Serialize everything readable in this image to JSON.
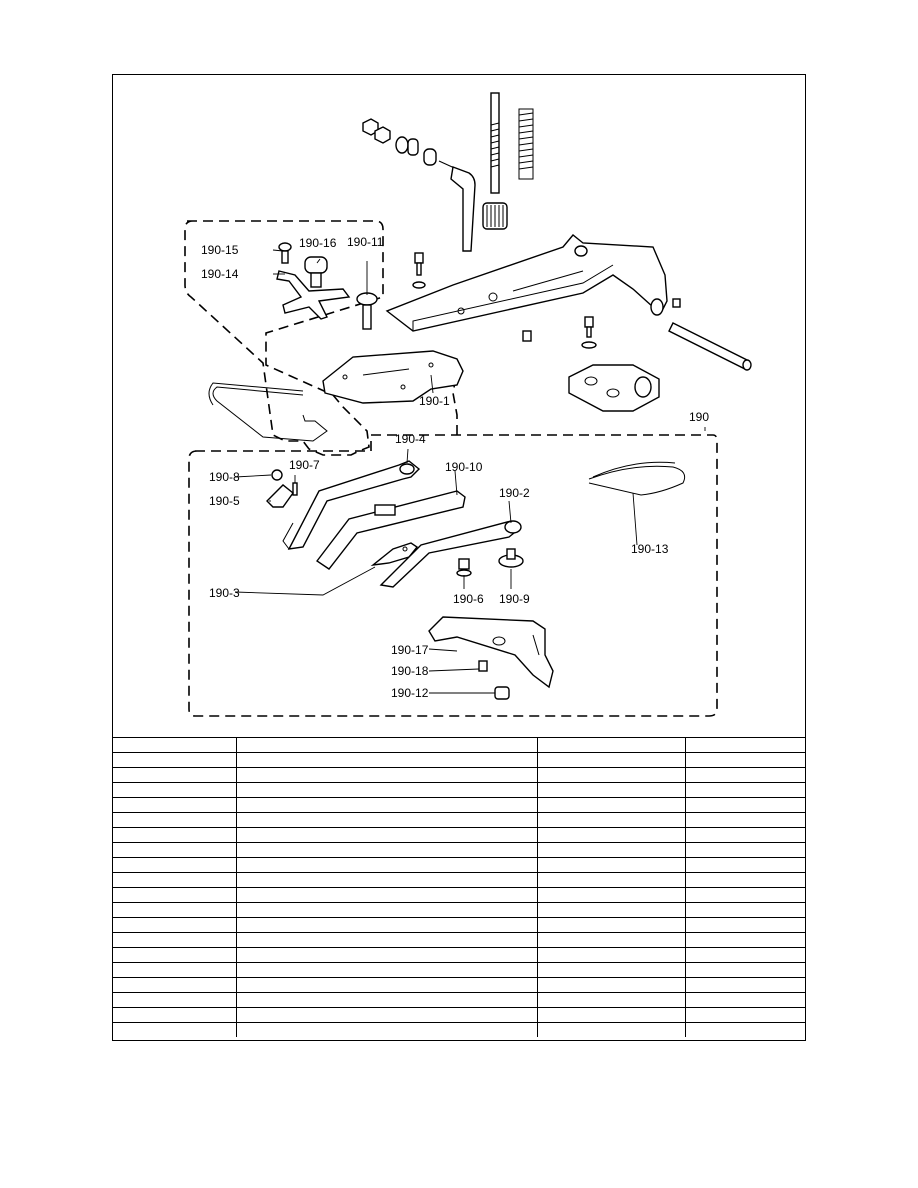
{
  "diagram": {
    "callouts": {
      "c190": "190",
      "c190_1": "190-1",
      "c190_2": "190-2",
      "c190_3": "190-3",
      "c190_4": "190-4",
      "c190_5": "190-5",
      "c190_6": "190-6",
      "c190_7": "190-7",
      "c190_8": "190-8",
      "c190_9": "190-9",
      "c190_10": "190-10",
      "c190_11": "190-11",
      "c190_12": "190-12",
      "c190_13": "190-13",
      "c190_14": "190-14",
      "c190_15": "190-15",
      "c190_16": "190-16",
      "c190_17": "190-17",
      "c190_18": "190-18"
    }
  },
  "parts_table": {
    "columns": 4,
    "rows": [
      [
        "",
        "",
        "",
        ""
      ],
      [
        "",
        "",
        "",
        ""
      ],
      [
        "",
        "",
        "",
        ""
      ],
      [
        "",
        "",
        "",
        ""
      ],
      [
        "",
        "",
        "",
        ""
      ],
      [
        "",
        "",
        "",
        ""
      ],
      [
        "",
        "",
        "",
        ""
      ],
      [
        "",
        "",
        "",
        ""
      ],
      [
        "",
        "",
        "",
        ""
      ],
      [
        "",
        "",
        "",
        ""
      ],
      [
        "",
        "",
        "",
        ""
      ],
      [
        "",
        "",
        "",
        ""
      ],
      [
        "",
        "",
        "",
        ""
      ],
      [
        "",
        "",
        "",
        ""
      ],
      [
        "",
        "",
        "",
        ""
      ],
      [
        "",
        "",
        "",
        ""
      ],
      [
        "",
        "",
        "",
        ""
      ],
      [
        "",
        "",
        "",
        ""
      ],
      [
        "",
        "",
        "",
        ""
      ],
      [
        "",
        "",
        "",
        ""
      ]
    ]
  }
}
